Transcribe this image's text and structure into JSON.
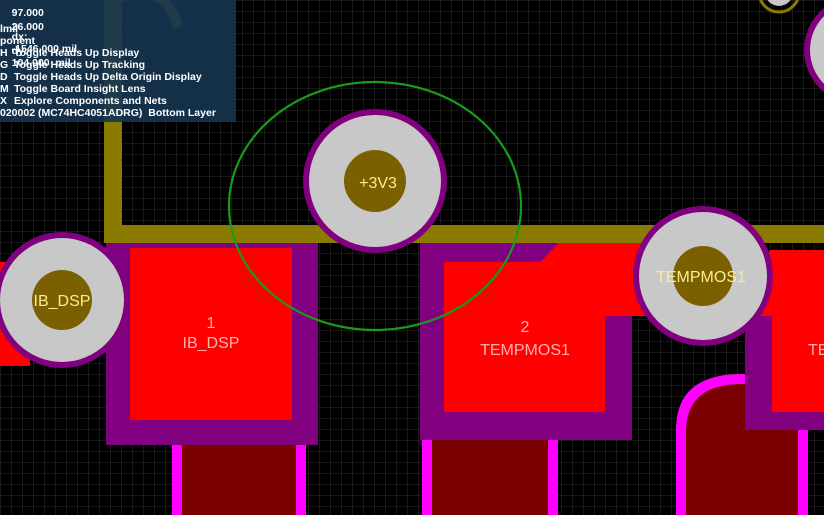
{
  "hud": {
    "coord_line_1": {
      "left": "97.000",
      "dx_label": "dx:",
      "dx_value": "-1546.000 mil"
    },
    "coord_line_2": {
      "left": "26.000",
      "dy_label": "dy:",
      "dy_value": "104.000  mil"
    },
    "units": "lmil",
    "section_label": "ponent",
    "shortcuts": [
      {
        "key": "H",
        "label": "Toggle Heads Up Display"
      },
      {
        "key": "G",
        "label": "Toggle Heads Up Tracking"
      },
      {
        "key": "D",
        "label": "Toggle Heads Up Delta Origin Display"
      },
      {
        "key": "M",
        "label": "Toggle Board Insight Lens"
      },
      {
        "key": "X",
        "label": "Explore Components and Nets"
      }
    ],
    "component_line": "020002 (MC74HC4051ADRG)  Bottom Layer"
  },
  "pads": {
    "pad_ib_dsp_left": {
      "net": "IB_DSP"
    },
    "pad_3v3": {
      "net": "+3V3"
    },
    "pad_tempmos1": {
      "net": "TEMPMOS1"
    },
    "smd_pad_1": {
      "number": "1",
      "net": "IB_DSP"
    },
    "smd_pad_2": {
      "number": "2",
      "net": "TEMPMOS1"
    },
    "smd_pad_3": {
      "net": "TE"
    }
  },
  "colors": {
    "background": "#000000",
    "grid": "#404040",
    "track": "#8a7a00",
    "pad_ring": "#c8c8c8",
    "via_hole": "#7a6000",
    "top_copper": "#ff0000",
    "solder_mask": "#800080",
    "bottom_pad": "#7a0000",
    "bottom_outline": "#ff00ff",
    "lens_circle": "#1a9a1a",
    "hud_background": "#16344e"
  }
}
